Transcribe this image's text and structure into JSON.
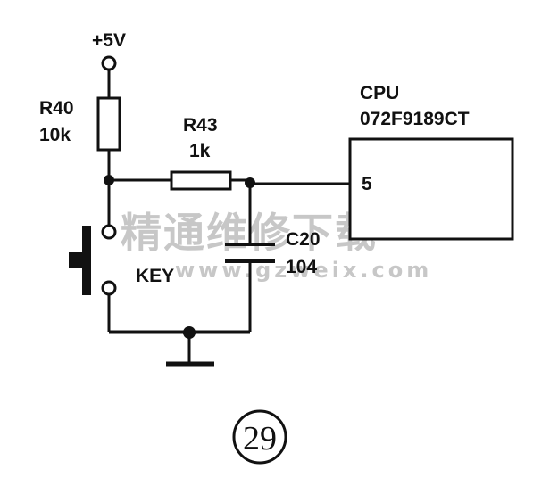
{
  "supply": {
    "label": "+5V"
  },
  "r40": {
    "ref": "R40",
    "value": "10k"
  },
  "r43": {
    "ref": "R43",
    "value": "1k"
  },
  "cpu": {
    "label": "CPU",
    "part": "072F9189CT",
    "pin": "5"
  },
  "c20": {
    "ref": "C20",
    "value": "104"
  },
  "key": {
    "label": "KEY"
  },
  "watermark": {
    "cn": "精通维修下载",
    "url": "www.gzweix.com"
  },
  "figure": {
    "number": "29"
  }
}
